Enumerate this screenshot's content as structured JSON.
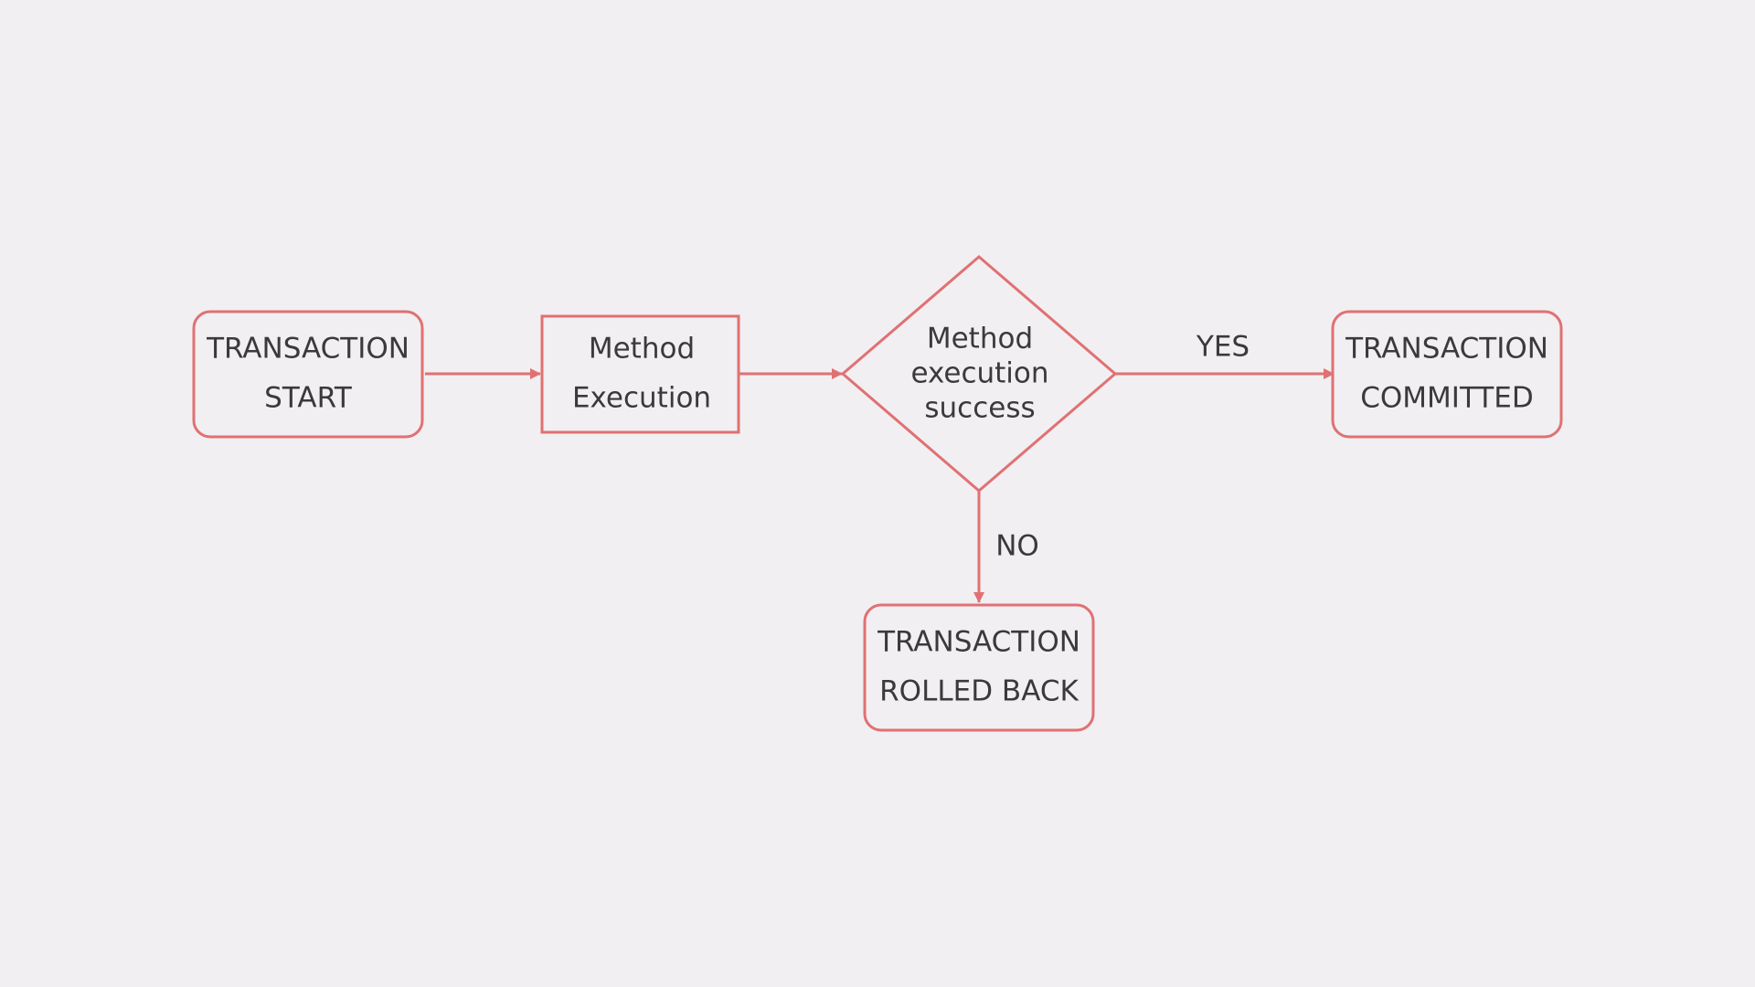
{
  "colors": {
    "background": "#f1eff2",
    "stroke": "#e07173",
    "text": "#3a3a3a"
  },
  "nodes": {
    "start": {
      "line1": "TRANSACTION",
      "line2": "START"
    },
    "method": {
      "line1": "Method",
      "line2": "Execution"
    },
    "decision": {
      "line1": "Method",
      "line2": "execution",
      "line3": "success"
    },
    "committed": {
      "line1": "TRANSACTION",
      "line2": "COMMITTED"
    },
    "rollback": {
      "line1": "TRANSACTION",
      "line2": "ROLLED BACK"
    }
  },
  "edges": {
    "yes_label": "YES",
    "no_label": "NO"
  }
}
